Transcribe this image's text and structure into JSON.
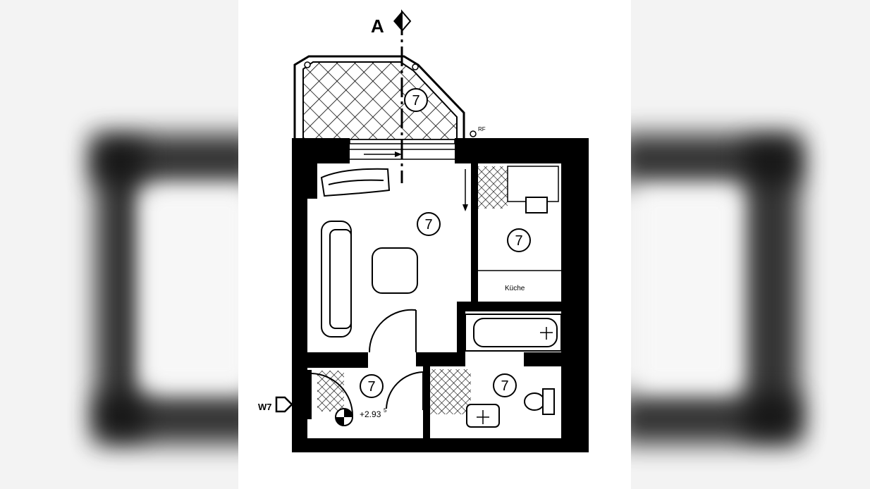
{
  "section_marker": {
    "letter": "A"
  },
  "room_codes": {
    "balcony": "7",
    "living": "7",
    "kitchen": "7",
    "hall": "7",
    "bath": "7"
  },
  "kitchen_label": "Küche",
  "entrance_label": "W7",
  "elevation": {
    "base": "+2.93",
    "superscript": "5"
  },
  "rf_label": "RF",
  "colors": {
    "wall": "#000000",
    "background": "#ffffff"
  }
}
